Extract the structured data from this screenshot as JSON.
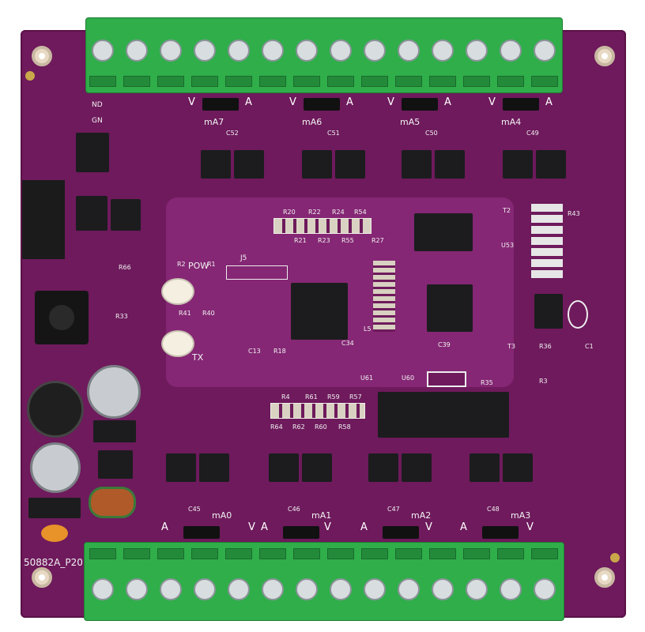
{
  "image": {
    "subject": "purple printed circuit board with green screw terminal blocks",
    "colors": {
      "board": "#6e1a5c",
      "terminal": "#2fae4a",
      "silkscreen": "#ffffff",
      "chip": "#1c1c1e"
    }
  },
  "silkscreen": {
    "top_channels": [
      {
        "v": "V",
        "a": "A",
        "ma": "mA7",
        "cap": "C52"
      },
      {
        "v": "V",
        "a": "A",
        "ma": "mA6",
        "cap": "C51"
      },
      {
        "v": "V",
        "a": "A",
        "ma": "mA5",
        "cap": "C50"
      },
      {
        "v": "V",
        "a": "A",
        "ma": "mA4",
        "cap": "C49"
      }
    ],
    "bottom_channels": [
      {
        "a": "A",
        "v": "V",
        "ma": "mA0",
        "cap": "C45"
      },
      {
        "a": "A",
        "v": "V",
        "ma": "mA1",
        "cap": "C46"
      },
      {
        "a": "A",
        "v": "V",
        "ma": "mA2",
        "cap": "C47"
      },
      {
        "a": "A",
        "v": "V",
        "ma": "mA3",
        "cap": "C48"
      }
    ],
    "pow": "POW",
    "tx": "TX",
    "board_id": "50882A_P20",
    "header": "J5",
    "nd": "ND",
    "gn": "GN",
    "top_resistors": [
      "R20",
      "R22",
      "R24",
      "R54"
    ],
    "top_resistors_b": [
      "R21",
      "R23",
      "R55",
      "R27"
    ],
    "bottom_resistors": [
      "R4",
      "R61",
      "R59",
      "R57"
    ],
    "bottom_resistors_b": [
      "R64",
      "R62",
      "R60",
      "R58"
    ],
    "misc": [
      "R2",
      "R1",
      "R41",
      "R40",
      "R33",
      "R66",
      "C13",
      "R18",
      "U61",
      "U60",
      "C39",
      "C34",
      "L5",
      "T2",
      "T3",
      "R43",
      "C1",
      "U53",
      "R36",
      "R3",
      "R35"
    ]
  }
}
